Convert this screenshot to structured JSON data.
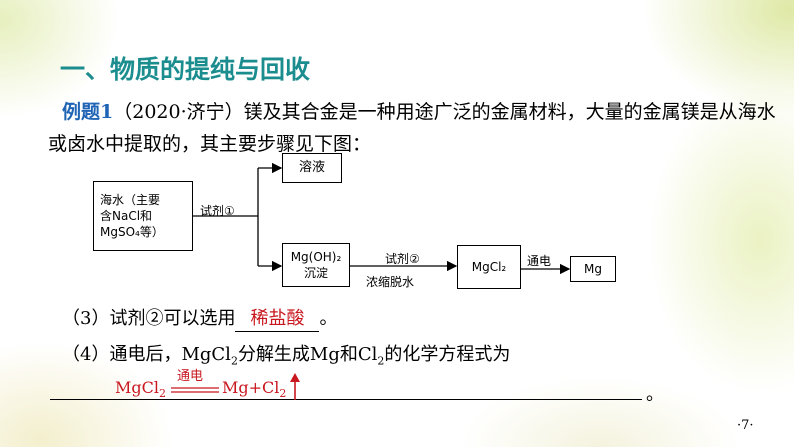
{
  "section_title": "一、物质的提纯与回收",
  "example": {
    "label": "例题1",
    "text": "（2020·济宁）镁及其合金是一种用途广泛的金属材料，大量的金属镁是从海水或卤水中提取的，其主要步骤见下图："
  },
  "flow": {
    "seawater_line1": "海水（主要",
    "seawater_line2": "含NaCl和",
    "seawater_line3": "MgSO₄等）",
    "reagent1": "试剂①",
    "solution": "溶液",
    "mgoh_line1": "Mg(OH)₂",
    "mgoh_line2": "沉淀",
    "reagent2": "试剂②",
    "concentrate": "浓缩脱水",
    "mgcl2": "MgCl₂",
    "electrolysis": "通电",
    "mg": "Mg"
  },
  "questions": {
    "q3_prefix": "（3）试剂②可以选用",
    "q3_answer": "稀盐酸",
    "q3_suffix": "。",
    "q4_prefix": "（4）通电后，MgCl",
    "q4_sub1": "2",
    "q4_mid": "分解生成Mg和Cl",
    "q4_sub2": "2",
    "q4_suffix": "的化学方程式为",
    "q4_answer_left": "MgCl",
    "q4_answer_left_sub": "2",
    "q4_answer_condition": "通电",
    "q4_answer_right": "Mg+Cl",
    "q4_answer_right_sub": "2",
    "q4_end": "。"
  },
  "page_number": "·7·",
  "colors": {
    "title": "#1b8d8f",
    "label": "#2065b5",
    "answer": "#c8171e"
  }
}
